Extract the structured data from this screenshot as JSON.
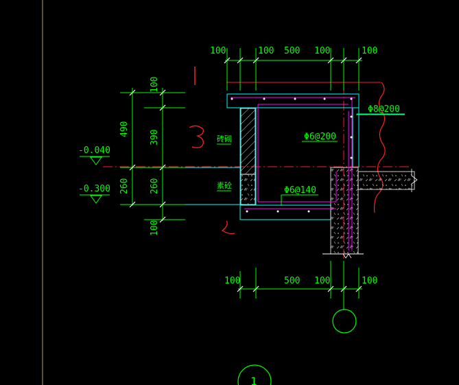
{
  "colors": {
    "background": "#000000",
    "dimension": "#00ff00",
    "outline": "#00ffff",
    "rebar": "#ff00ff",
    "red": "#ff2020",
    "hatch": "#aaaaaa",
    "white": "#ffffff",
    "frame_line": "#b8a060"
  },
  "top_dimensions": [
    "100",
    "100",
    "500",
    "100",
    "100"
  ],
  "bottom_dimensions": [
    "100",
    "500",
    "100",
    "100"
  ],
  "left_dimensions": [
    "100",
    "390",
    "260",
    "100"
  ],
  "left_overall_dimensions": [
    "490",
    "260"
  ],
  "elevations": [
    "-0.040",
    "-0.300"
  ],
  "annotations": {
    "rebar_top": "Φ8@200",
    "rebar_mid": "Φ6@200",
    "rebar_bottom": "Φ6@140",
    "wall_label": "砖砌",
    "fill_label": "素砼"
  },
  "markers": {
    "section_3": "3",
    "section_2": "2",
    "detail_number": "1"
  }
}
